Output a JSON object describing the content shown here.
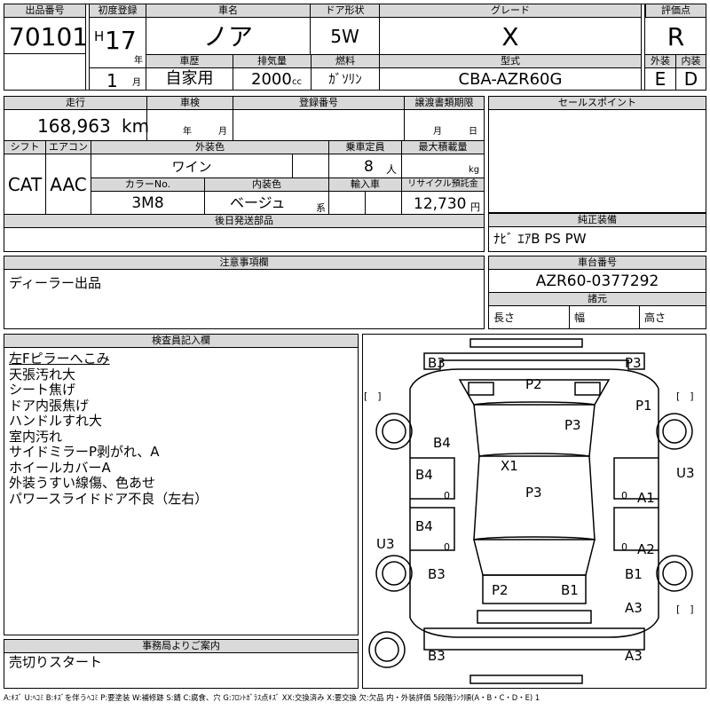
{
  "header": {
    "lot_no_label": "出品番号",
    "lot_no": "70101",
    "first_reg_label": "初度登録",
    "era": "H",
    "year_num": "17",
    "year_unit": "年",
    "month_num": "1",
    "month_unit": "月",
    "car_name_label": "車名",
    "car_name": "ノア",
    "door_label": "ドア形状",
    "door": "5W",
    "grade_label": "グレード",
    "grade": "X",
    "score_label": "評価点",
    "score": "R",
    "history_label": "車歴",
    "history": "自家用",
    "displacement_label": "排気量",
    "displacement": "2000",
    "displacement_unit": "cc",
    "fuel_label": "燃料",
    "fuel": "ｶﾞｿﾘﾝ",
    "model_label": "型式",
    "model": "CBA-AZR60G",
    "ext_label": "外装",
    "ext": "E",
    "int_label": "内装",
    "int": "D"
  },
  "row2": {
    "mileage_label": "走行",
    "mileage": "168,963",
    "mileage_unit": "km",
    "inspection_label": "車検",
    "inspection_year": "年",
    "inspection_month": "月",
    "reg_no_label": "登録番号",
    "transfer_label": "譲渡書類期限",
    "transfer_month": "月",
    "transfer_day": "日",
    "shift_label": "シフト",
    "shift": "CAT",
    "ac_label": "エアコン",
    "ac": "AAC",
    "color_label": "外装色",
    "color": "ワイン",
    "capacity_label": "乗車定員",
    "capacity": "8",
    "capacity_unit": "人",
    "load_label": "最大積載量",
    "load_unit": "kg",
    "color_no_label": "カラーNo.",
    "color_no": "3M8",
    "interior_color_label": "内装色",
    "interior_color": "ベージュ",
    "interior_color_suffix": "系",
    "import_label": "輸入車",
    "recycle_label": "リサイクル預託金",
    "recycle": "12,730",
    "recycle_unit": "円",
    "sales_points_label": "セールスポイント",
    "later_parts_label": "後日発送部品",
    "genuine_label": "純正装備",
    "genuine": "ﾅﾋﾞ ｴｱB PS PW"
  },
  "notes": {
    "caution_label": "注意事項欄",
    "caution": "ディーラー出品",
    "chassis_label": "車台番号",
    "chassis": "AZR60-0377292",
    "dims_label": "諸元",
    "length_label": "長さ",
    "width_label": "幅",
    "height_label": "高さ",
    "inspector_label": "検査員記入欄",
    "inspector_lines": [
      "左Fピラーへこみ",
      "天張汚れ大",
      "シート焦げ",
      "ドア内張焦げ",
      "ハンドルすれ大",
      "室内汚れ",
      "サイドミラーP剥がれ、A",
      "ホイールカバーA",
      "外装うすい線傷、色あせ",
      "パワースライドドア不良（左右）"
    ],
    "office_label": "事務局よりご案内",
    "office": "売切りスタート"
  },
  "diagram": {
    "marks": {
      "b3_top_left": "B3",
      "p3_top_right": "P3",
      "p2_windshield": "P2",
      "p1_right": "P1",
      "p3_hood": "P3",
      "b4_left_upper": "B4",
      "x1_center": "X1",
      "u3_right": "U3",
      "b4_left_door1": "B4",
      "p3_roof": "P3",
      "a1_right": "A1",
      "b4_left_door2": "B4",
      "u3_left": "U3",
      "a2_right": "A2",
      "b3_left_lower": "B3",
      "b1_right_lower": "B1",
      "p2_rear": "P2",
      "b1_rear": "B1",
      "a3_right_lower": "A3",
      "b3_bottom_left": "B3",
      "a3_bottom_right": "A3"
    },
    "zero_mark": "0",
    "brackets": "[　]"
  },
  "footer": {
    "legend": "A:ｷｽﾞ U:ﾍｺﾐ B:ｷｽﾞを伴うﾍｺﾐ P:要塗装 W:補修跡 S:錆 C:腐食、穴 G:ﾌﾛﾝﾄｶﾞﾗｽ点ｷｽﾞ XX:交換済み X:要交換 欠:欠品 内・外装評価 5段階ﾗﾝｸ順(A・B・C・D・E) 1"
  }
}
